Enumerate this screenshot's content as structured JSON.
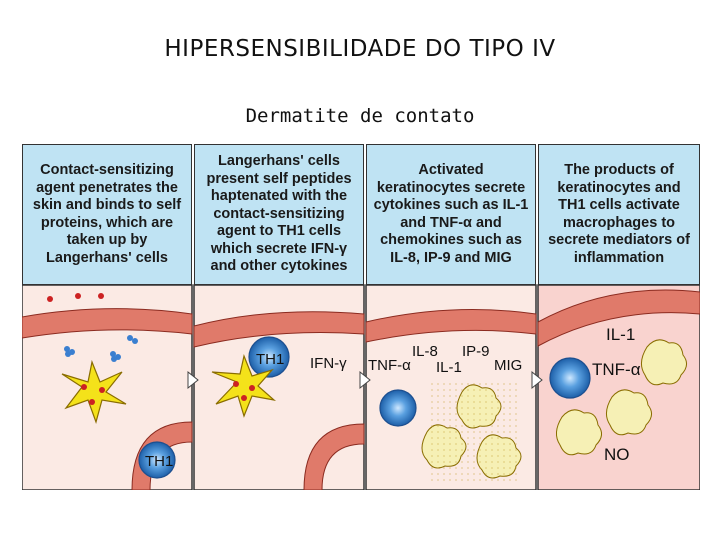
{
  "title": "HIPERSENSIBILIDADE DO TIPO IV",
  "subtitle": "Dermatite de contato",
  "panels": [
    {
      "text": "Contact-sensitizing agent penetrates the skin and binds to self proteins, which are taken up by Langerhans' cells"
    },
    {
      "text": "Langerhans' cells present self peptides haptenated with the contact-sensitizing agent to TH1 cells which secrete IFN-γ and other cytokines"
    },
    {
      "text": "Activated keratinocytes secrete cytokines such as IL-1 and TNF-α and chemokines such as IL-8, IP-9 and MIG"
    },
    {
      "text": "The products of keratinocytes and TH1 cells activate macrophages to secrete mediators of inflammation"
    }
  ],
  "labels": {
    "th1_panel1": "TH1",
    "th1_panel2": "TH1",
    "ifn_gamma": "IFN-γ",
    "il8": "IL-8",
    "ip9": "IP-9",
    "tnf_a_panel3": "TNF-α",
    "il1_panel3": "IL-1",
    "mig": "MIG",
    "il1_panel4": "IL-1",
    "tnf_a_panel4": "TNF-α",
    "no": "NO"
  },
  "colors": {
    "panel_header": "#bfe3f3",
    "tissue": "#fbeae4",
    "tissue_inflamed": "#f9d3cf",
    "keratinocyte_layer": "#e07a6a",
    "langerhans_cell": "#f4e21a",
    "t_cell": "#2f7fc9",
    "macrophage": "#f6f0b5",
    "antigen": "#cc2222"
  }
}
